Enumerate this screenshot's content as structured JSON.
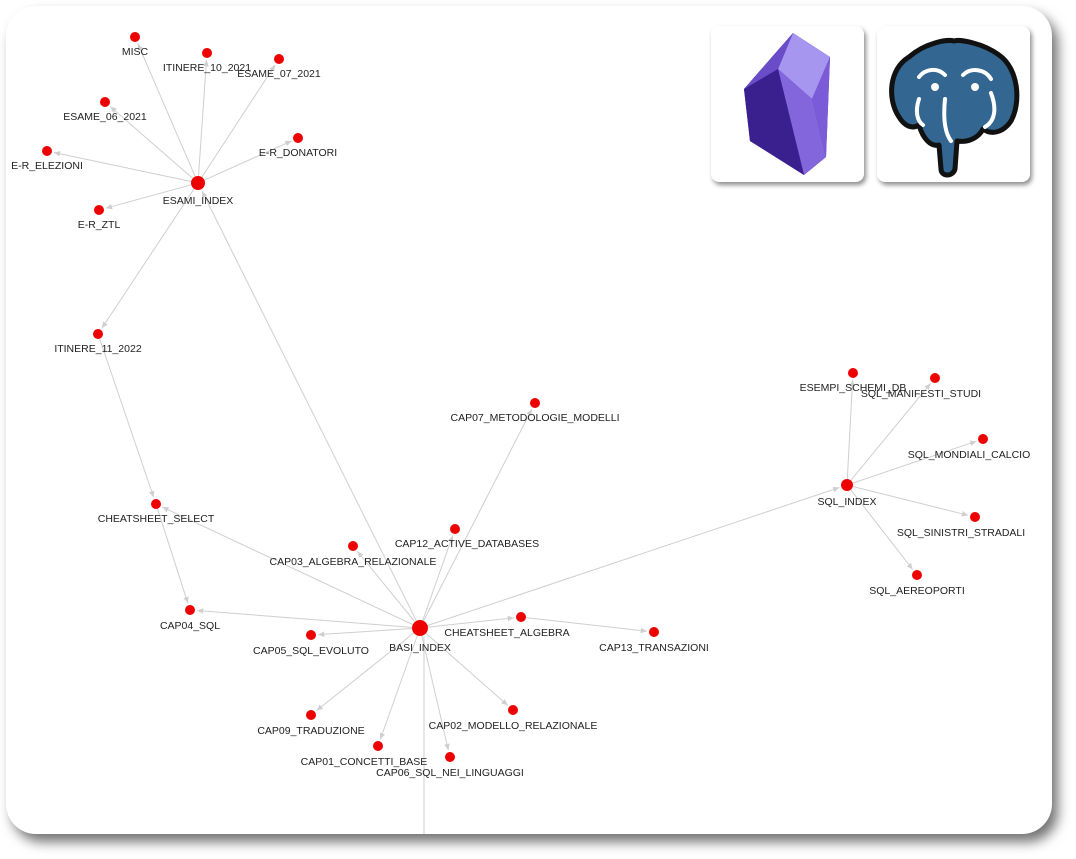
{
  "graph": {
    "nodes": [
      {
        "id": "MISC",
        "label": "MISC"
      },
      {
        "id": "ITINERE_10_2021",
        "label": "ITINERE_10_2021"
      },
      {
        "id": "ESAME_07_2021",
        "label": "ESAME_07_2021"
      },
      {
        "id": "ESAME_06_2021",
        "label": "ESAME_06_2021"
      },
      {
        "id": "E-R_DONATORI",
        "label": "E-R_DONATORI"
      },
      {
        "id": "E-R_ELEZIONI",
        "label": "E-R_ELEZIONI"
      },
      {
        "id": "ESAMI_INDEX",
        "label": "ESAMI_INDEX"
      },
      {
        "id": "E-R_ZTL",
        "label": "E-R_ZTL"
      },
      {
        "id": "ITINERE_11_2022",
        "label": "ITINERE_11_2022"
      },
      {
        "id": "CHEATSHEET_SELECT",
        "label": "CHEATSHEET_SELECT"
      },
      {
        "id": "CAP07_METODOLOGIE_MODELLI",
        "label": "CAP07_METODOLOGIE_MODELLI"
      },
      {
        "id": "CAP12_ACTIVE_DATABASES",
        "label": "CAP12_ACTIVE_DATABASES"
      },
      {
        "id": "CAP03_ALGEBRA_RELAZIONALE",
        "label": "CAP03_ALGEBRA_RELAZIONALE"
      },
      {
        "id": "CAP04_SQL",
        "label": "CAP04_SQL"
      },
      {
        "id": "BASI_INDEX",
        "label": "BASI_INDEX"
      },
      {
        "id": "CAP05_SQL_EVOLUTO",
        "label": "CAP05_SQL_EVOLUTO"
      },
      {
        "id": "CHEATSHEET_ALGEBRA",
        "label": "CHEATSHEET_ALGEBRA"
      },
      {
        "id": "CAP13_TRANSAZIONI",
        "label": "CAP13_TRANSAZIONI"
      },
      {
        "id": "CAP09_TRADUZIONE",
        "label": "CAP09_TRADUZIONE"
      },
      {
        "id": "CAP02_MODELLO_RELAZIONALE",
        "label": "CAP02_MODELLO_RELAZIONALE"
      },
      {
        "id": "CAP01_CONCETTI_BASE",
        "label": "CAP01_CONCETTI_BASE"
      },
      {
        "id": "CAP06_SQL_NEI_LINGUAGGI",
        "label": "CAP06_SQL_NEI_LINGUAGGI"
      },
      {
        "id": "ESEMPI_SCHEMI_DB",
        "label": "ESEMPI_SCHEMI_DB"
      },
      {
        "id": "SQL_MANIFESTI_STUDI",
        "label": "SQL_MANIFESTI_STUDI"
      },
      {
        "id": "SQL_MONDIALI_CALCIO",
        "label": "SQL_MONDIALI_CALCIO"
      },
      {
        "id": "SQL_INDEX",
        "label": "SQL_INDEX"
      },
      {
        "id": "SQL_SINISTRI_STRADALI",
        "label": "SQL_SINISTRI_STRADALI"
      },
      {
        "id": "SQL_AEREOPORTI",
        "label": "SQL_AEREOPORTI"
      }
    ],
    "edges": [
      [
        "ESAMI_INDEX",
        "MISC"
      ],
      [
        "ESAMI_INDEX",
        "ITINERE_10_2021"
      ],
      [
        "ESAMI_INDEX",
        "ESAME_07_2021"
      ],
      [
        "ESAMI_INDEX",
        "ESAME_06_2021"
      ],
      [
        "ESAMI_INDEX",
        "E-R_DONATORI"
      ],
      [
        "ESAMI_INDEX",
        "E-R_ELEZIONI"
      ],
      [
        "ESAMI_INDEX",
        "E-R_ZTL"
      ],
      [
        "ESAMI_INDEX",
        "ITINERE_11_2022"
      ],
      [
        "ITINERE_11_2022",
        "CHEATSHEET_SELECT"
      ],
      [
        "BASI_INDEX",
        "ESAMI_INDEX"
      ],
      [
        "BASI_INDEX",
        "CHEATSHEET_SELECT"
      ],
      [
        "CHEATSHEET_SELECT",
        "CAP04_SQL"
      ],
      [
        "BASI_INDEX",
        "CAP07_METODOLOGIE_MODELLI"
      ],
      [
        "BASI_INDEX",
        "CAP12_ACTIVE_DATABASES"
      ],
      [
        "BASI_INDEX",
        "CAP03_ALGEBRA_RELAZIONALE"
      ],
      [
        "BASI_INDEX",
        "CAP04_SQL"
      ],
      [
        "BASI_INDEX",
        "CAP05_SQL_EVOLUTO"
      ],
      [
        "BASI_INDEX",
        "CHEATSHEET_ALGEBRA"
      ],
      [
        "CHEATSHEET_ALGEBRA",
        "CAP13_TRANSAZIONI"
      ],
      [
        "BASI_INDEX",
        "CAP09_TRADUZIONE"
      ],
      [
        "BASI_INDEX",
        "CAP02_MODELLO_RELAZIONALE"
      ],
      [
        "BASI_INDEX",
        "CAP01_CONCETTI_BASE"
      ],
      [
        "BASI_INDEX",
        "CAP06_SQL_NEI_LINGUAGGI"
      ],
      [
        "BASI_INDEX",
        "SQL_INDEX"
      ],
      [
        "SQL_INDEX",
        "ESEMPI_SCHEMI_DB"
      ],
      [
        "SQL_INDEX",
        "SQL_MANIFESTI_STUDI"
      ],
      [
        "SQL_INDEX",
        "SQL_MONDIALI_CALCIO"
      ],
      [
        "SQL_INDEX",
        "SQL_SINISTRI_STRADALI"
      ],
      [
        "SQL_INDEX",
        "SQL_AEREOPORTI"
      ]
    ]
  },
  "logos": {
    "obsidian": {
      "icon": "obsidian-logo-icon",
      "color": "#7c5fd6"
    },
    "postgresql": {
      "icon": "postgresql-elephant-icon",
      "color": "#336791"
    }
  },
  "colors": {
    "node": "#ee0000",
    "edge": "#cfcfcf"
  }
}
